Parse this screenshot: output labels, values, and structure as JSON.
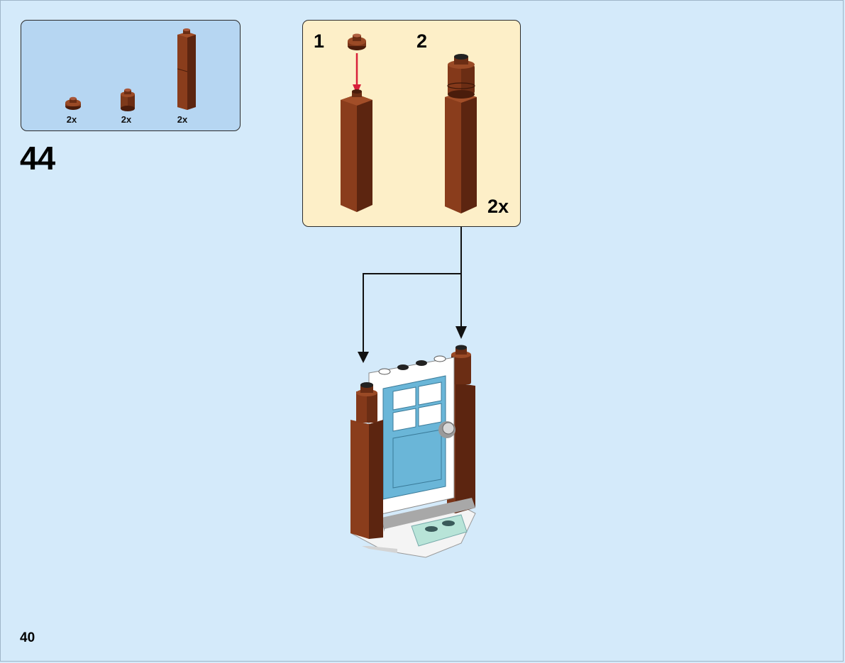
{
  "parts_list": {
    "items": [
      {
        "name": "round-plate-1x1-brown",
        "count": "2x"
      },
      {
        "name": "round-brick-1x1-brown",
        "count": "2x"
      },
      {
        "name": "brick-1x1x6-brown",
        "count": "2x"
      }
    ]
  },
  "step": {
    "number": "44"
  },
  "sub_assembly": {
    "sub_steps": [
      {
        "number": "1"
      },
      {
        "number": "2"
      }
    ],
    "multiplier": "2x"
  },
  "page": {
    "number": "40"
  },
  "colors": {
    "background": "#d4eafa",
    "parts_box": "#b6d6f2",
    "sub_box": "#fdefc8",
    "brick_brown": "#7a3519",
    "door_blue": "#6ab6d8",
    "insert_arrow": "#d8203a"
  }
}
